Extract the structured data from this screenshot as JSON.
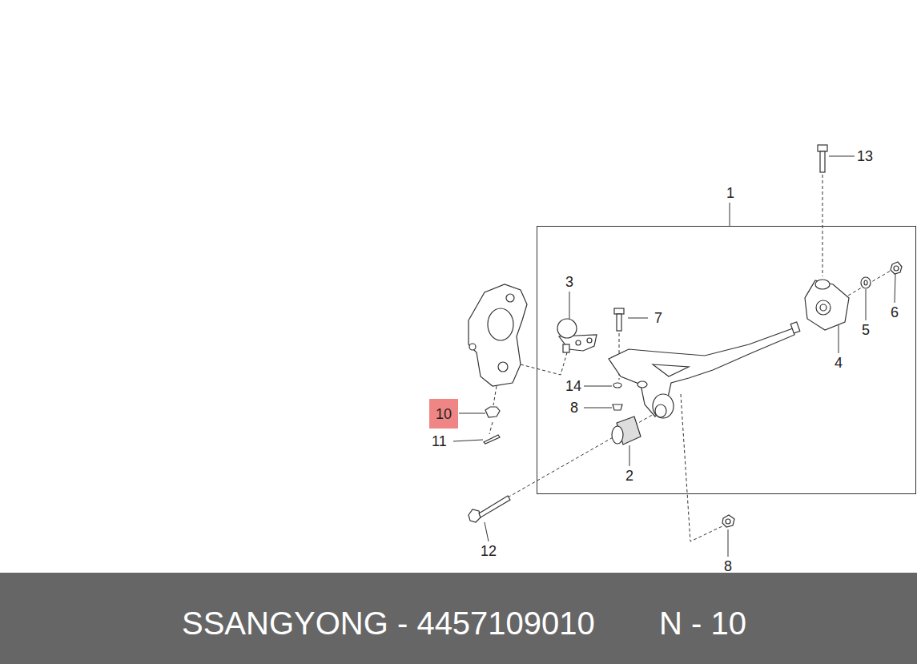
{
  "diagram": {
    "nodes": [
      {
        "text": [
          "1"
        ]
      },
      {
        "text": [
          "10"
        ]
      },
      {
        "text": [
          "SSANGYONG - 4457109010",
          "N - 10"
        ]
      }
    ],
    "labels": [
      "13",
      "3",
      "7",
      "14",
      "8",
      "2",
      "4",
      "5",
      "6",
      "11",
      "12",
      "8"
    ]
  }
}
